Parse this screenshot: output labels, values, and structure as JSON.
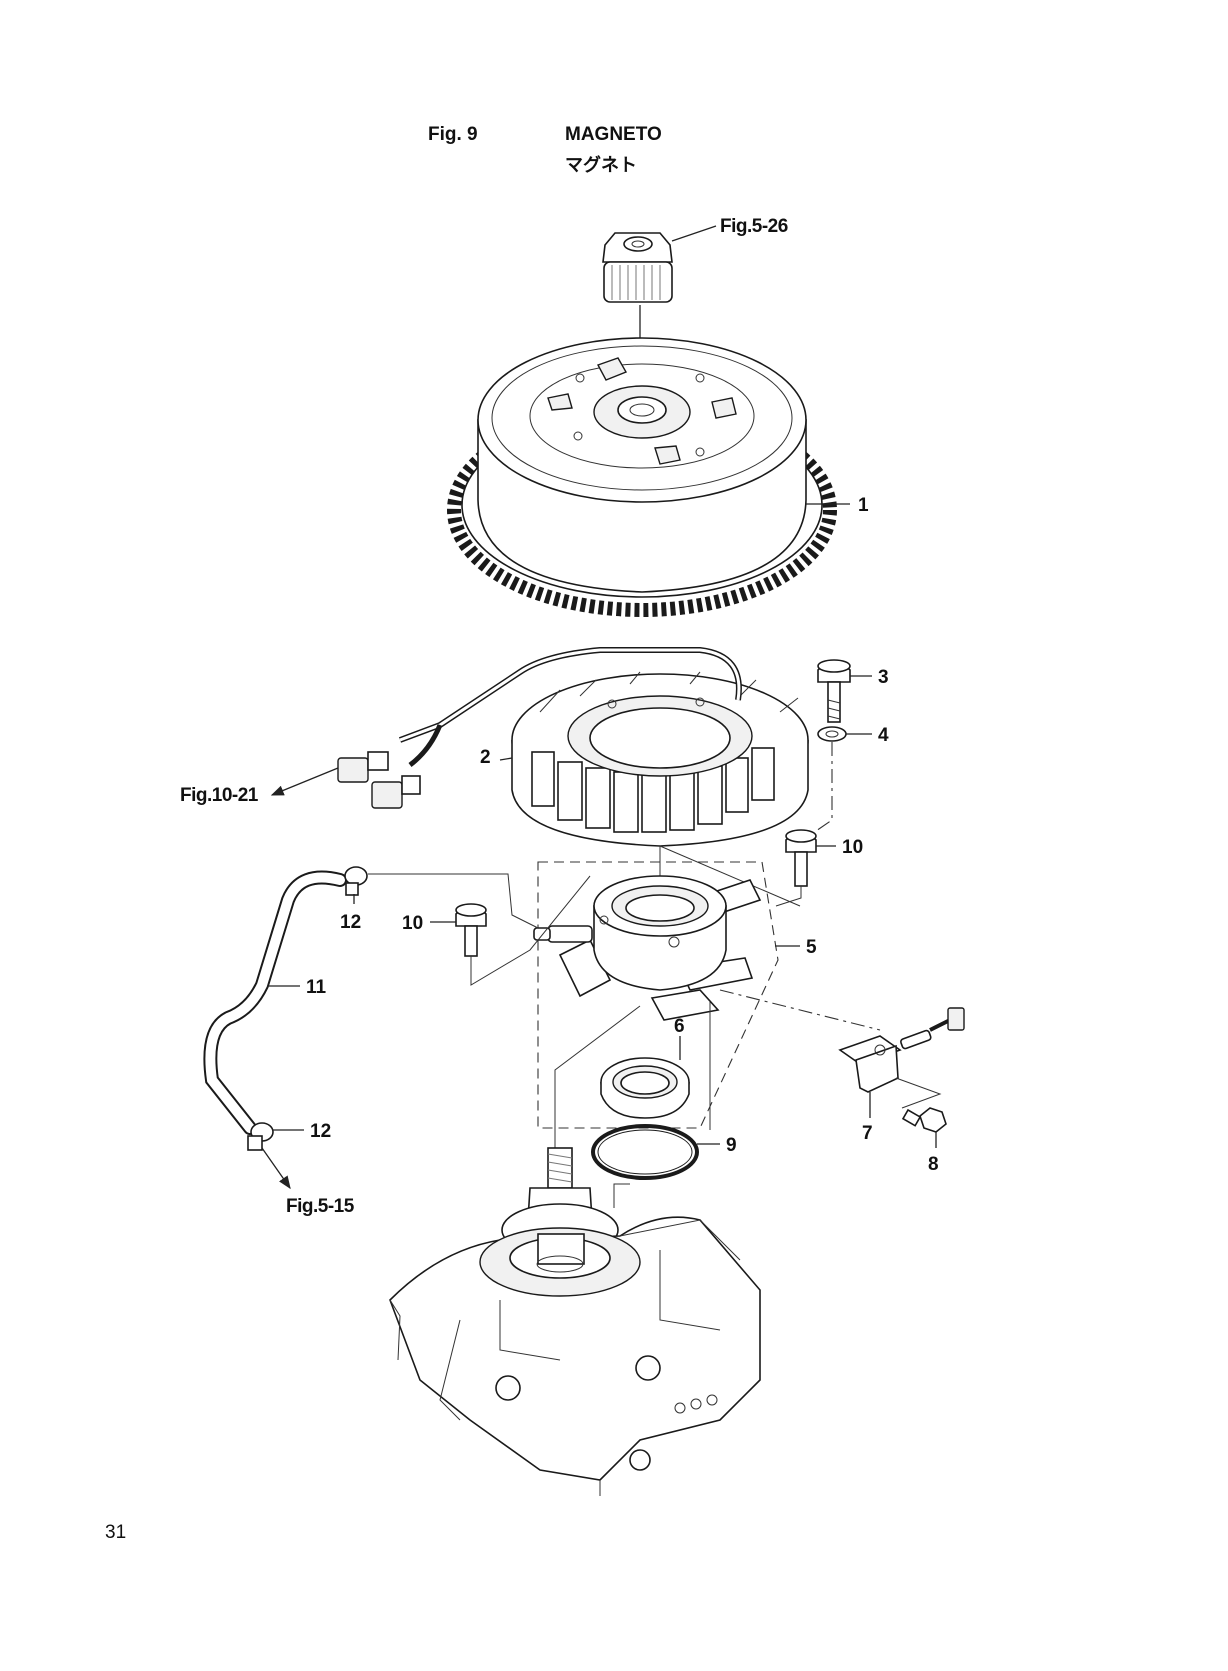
{
  "header": {
    "fig_number": "Fig. 9",
    "title_en": "MAGNETO",
    "title_ja": "マグネト"
  },
  "page_number": "31",
  "callouts": {
    "c1": "1",
    "c2": "2",
    "c3": "3",
    "c4": "4",
    "c5": "5",
    "c6": "6",
    "c7": "7",
    "c8": "8",
    "c9": "9",
    "c10a": "10",
    "c10b": "10",
    "c11": "11",
    "c12a": "12",
    "c12b": "12"
  },
  "figure_refs": {
    "top": "Fig.5-26",
    "left": "Fig.10-21",
    "bottom": "Fig.5-15"
  }
}
